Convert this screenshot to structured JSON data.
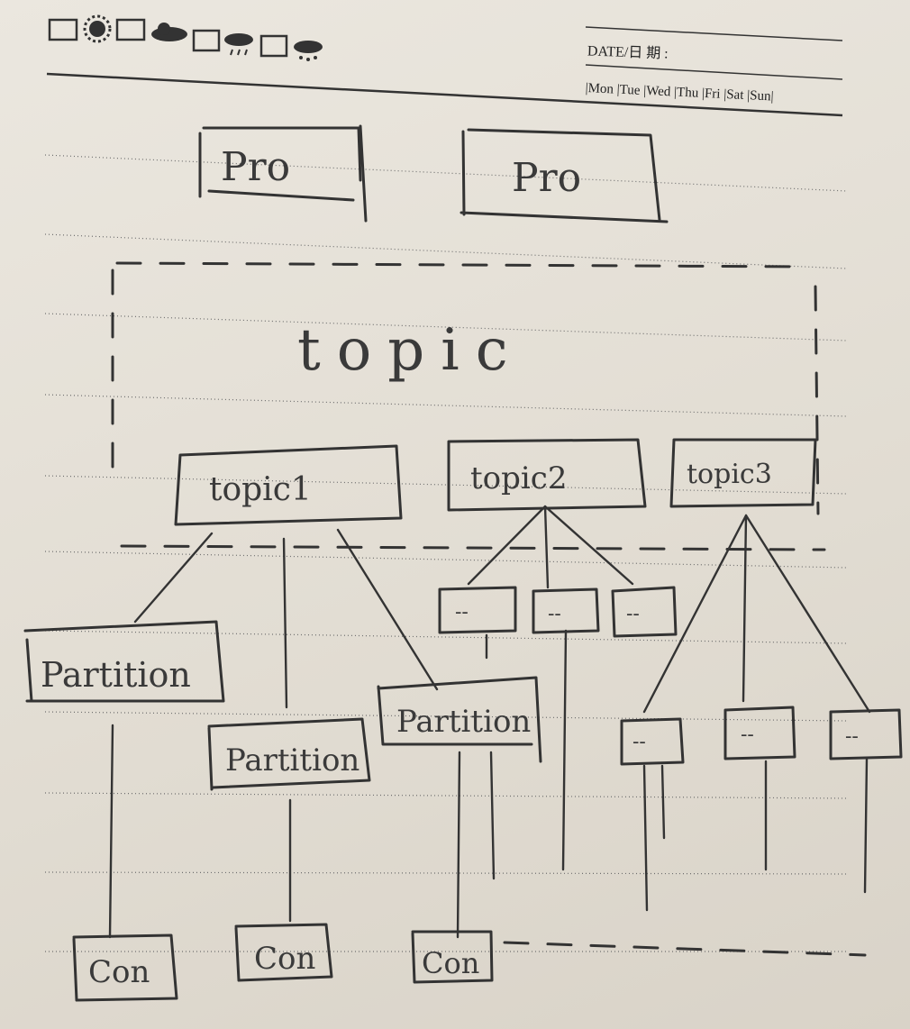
{
  "header": {
    "date_label": "DATE/日 期 :",
    "weekdays": [
      "Mon",
      "Tue",
      "Wed",
      "Thu",
      "Fri",
      "Sat",
      "Sun"
    ],
    "weather_icons": [
      "sun-icon",
      "cloud-icon",
      "rain-icon",
      "snow-icon"
    ]
  },
  "diagram": {
    "producers": [
      "Pro",
      "Pro"
    ],
    "topic_group_label": "topic",
    "topics": [
      "topic1",
      "topic2",
      "topic3"
    ],
    "partitions": [
      "Partition",
      "Partition",
      "Partition"
    ],
    "small_partition_marks": [
      "--",
      "--",
      "--",
      "--",
      "--",
      "--"
    ],
    "consumers": [
      "Con",
      "Con",
      "Con"
    ]
  }
}
